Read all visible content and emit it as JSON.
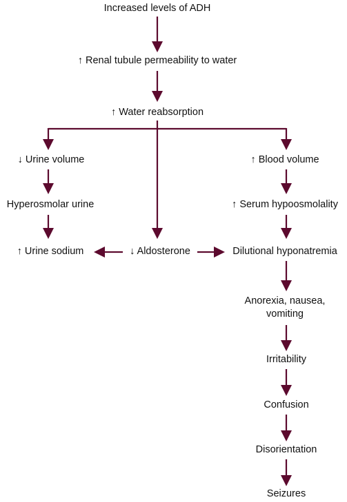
{
  "diagram": {
    "nodes": {
      "adh": "Increased levels of ADH",
      "permeability": "↑ Renal tubule permeability to water",
      "reabsorption": "↑ Water reabsorption",
      "urine_volume": "↓ Urine volume",
      "blood_volume": "↑ Blood volume",
      "hyperosmolar": "Hyperosmolar urine",
      "hypoosmolality": "↑ Serum hypoosmolality",
      "urine_sodium": "↑ Urine sodium",
      "aldosterone": "↓ Aldosterone",
      "dilutional": "Dilutional hyponatremia",
      "anorexia": "Anorexia, nausea, vomiting",
      "irritability": "Irritability",
      "confusion": "Confusion",
      "disorientation": "Disorientation",
      "seizures": "Seizures"
    },
    "edges": [
      {
        "from": "adh",
        "to": "permeability"
      },
      {
        "from": "permeability",
        "to": "reabsorption"
      },
      {
        "from": "reabsorption",
        "to": "urine_volume"
      },
      {
        "from": "reabsorption",
        "to": "aldosterone"
      },
      {
        "from": "reabsorption",
        "to": "blood_volume"
      },
      {
        "from": "urine_volume",
        "to": "hyperosmolar"
      },
      {
        "from": "hyperosmolar",
        "to": "urine_sodium"
      },
      {
        "from": "blood_volume",
        "to": "hypoosmolality"
      },
      {
        "from": "hypoosmolality",
        "to": "dilutional"
      },
      {
        "from": "aldosterone",
        "to": "urine_sodium"
      },
      {
        "from": "aldosterone",
        "to": "dilutional"
      },
      {
        "from": "dilutional",
        "to": "anorexia"
      },
      {
        "from": "anorexia",
        "to": "irritability"
      },
      {
        "from": "irritability",
        "to": "confusion"
      },
      {
        "from": "confusion",
        "to": "disorientation"
      },
      {
        "from": "disorientation",
        "to": "seizures"
      }
    ],
    "colors": {
      "arrow": "#5c0a2e",
      "text": "#111111",
      "background": "#ffffff"
    }
  }
}
